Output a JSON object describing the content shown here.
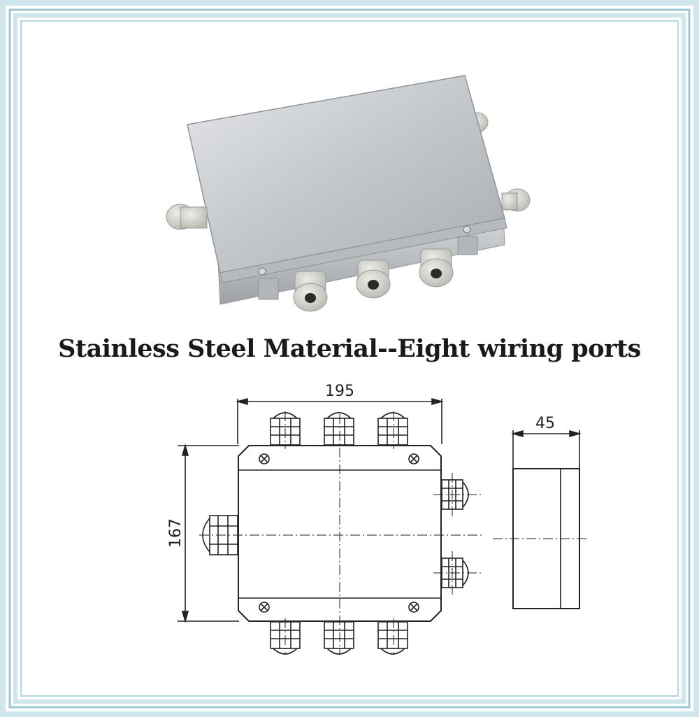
{
  "caption": "Stainless Steel Material--Eight wiring ports",
  "dimensions": {
    "width": "195",
    "height": "167",
    "depth": "45"
  },
  "colors": {
    "frame_light": "#cfe6ec",
    "frame_dark": "#9fc8d3",
    "steel": "#c9ccd0",
    "gland": "#dcdcd4",
    "line": "#222222"
  }
}
